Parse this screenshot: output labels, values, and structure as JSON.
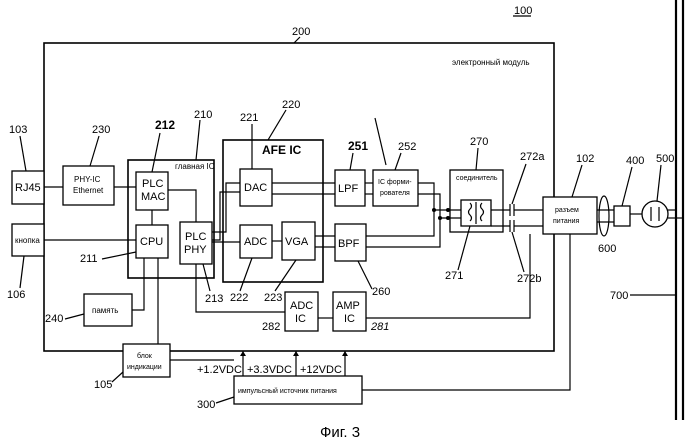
{
  "figure": {
    "ref_overall": "100",
    "caption": "Фиг. 3"
  },
  "module": {
    "ref": "200",
    "label": "электронный модуль"
  },
  "main_ic": {
    "ref": "210",
    "label": "главная IC"
  },
  "afe_ic": {
    "ref": "220",
    "label": "AFE IC"
  },
  "blocks": {
    "rj45": {
      "ref": "103",
      "label": "RJ45"
    },
    "phy": {
      "ref": "230",
      "line1": "PHY-IC",
      "line2": "Ethernet"
    },
    "plc_mac": {
      "ref": "212",
      "line1": "PLC",
      "line2": "MAC"
    },
    "button": {
      "ref": "106",
      "label": "кнопка"
    },
    "cpu": {
      "ref": "211",
      "label": "CPU"
    },
    "plc_phy": {
      "ref": "213",
      "line1": "PLC",
      "line2": "PHY"
    },
    "memory": {
      "ref": "240",
      "label": "память"
    },
    "dac": {
      "ref": "221",
      "label": "DAC"
    },
    "adc": {
      "ref": "222",
      "label": "ADC"
    },
    "vga": {
      "ref": "223",
      "label": "VGA"
    },
    "lpf": {
      "ref": "251",
      "label": "LPF"
    },
    "bpf": {
      "ref": "260",
      "label": "BPF"
    },
    "shaper": {
      "ref": "252",
      "line1": "IC форми-",
      "line2": "рователя"
    },
    "coupler": {
      "ref": "270",
      "label": "соединитель",
      "transformer_ref": "271",
      "cap_a": "272a",
      "cap_b": "272b"
    },
    "adc_ic": {
      "ref": "282",
      "line1": "ADC",
      "line2": "IC"
    },
    "amp_ic": {
      "ref": "281",
      "line1": "AMP",
      "line2": "IC"
    },
    "indicator": {
      "ref": "105",
      "line1": "блок",
      "line2": "индикации"
    },
    "psu": {
      "ref": "300",
      "label": "импульсный источник питания"
    },
    "power_conn": {
      "ref": "102",
      "line1": "разъем",
      "line2": "питания"
    }
  },
  "voltages": [
    "+1.2VDC",
    "+3.3VDC",
    "+12VDC"
  ],
  "external": {
    "plug": "400",
    "outlet": "500",
    "cable": "600",
    "powerline": "700"
  }
}
